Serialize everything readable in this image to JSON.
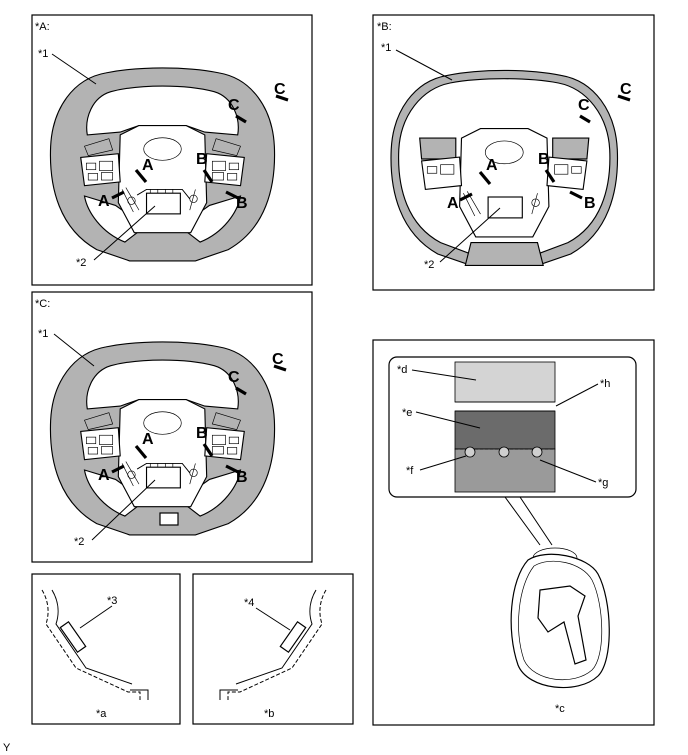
{
  "panels": {
    "A": {
      "title": "*A:",
      "callout_1": "*1",
      "callout_2": "*2"
    },
    "B": {
      "title": "*B:",
      "callout_1": "*1",
      "callout_2": "*2"
    },
    "C": {
      "title": "*C:",
      "callout_1": "*1",
      "callout_2": "*2"
    }
  },
  "markers": {
    "a": "A",
    "b": "B",
    "c": "C"
  },
  "detail": {
    "d": "*d",
    "e": "*e",
    "f": "*f",
    "g": "*g",
    "h": "*h",
    "c": "*c",
    "colors": {
      "top_band": "#d4d4d4",
      "dark_band": "#6b6b6b",
      "mid_band": "#9a9a9a"
    }
  },
  "sections": {
    "a": {
      "callout": "*3",
      "caption": "*a"
    },
    "b": {
      "callout": "*4",
      "caption": "*b"
    }
  },
  "footer_mark": "Y"
}
